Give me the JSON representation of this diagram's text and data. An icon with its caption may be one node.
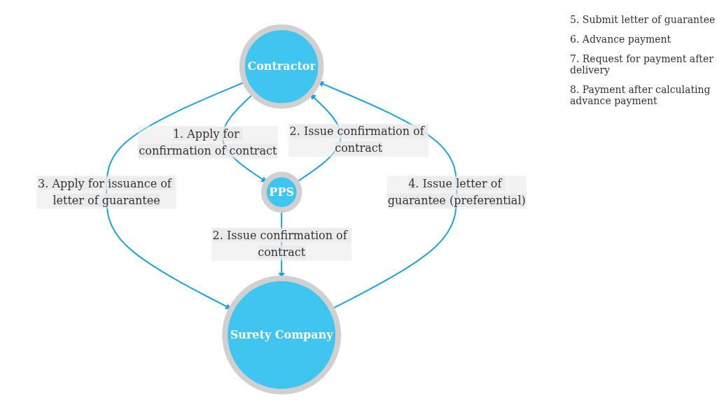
{
  "diagram": {
    "nodes": [
      {
        "text": [
          "Contractor"
        ]
      },
      {
        "text": [
          "PPS"
        ]
      },
      {
        "text": [
          "Surety Company"
        ]
      }
    ],
    "edges": [
      {
        "from": 0,
        "to": 1,
        "arrow": "to",
        "label": "1. Apply for confirmation of contract"
      },
      {
        "from": 1,
        "to": 0,
        "arrow": "to",
        "label": "2. Issue confirmation of contract"
      },
      {
        "from": 0,
        "to": 2,
        "arrow": "to",
        "label": "3. Apply for issuance of letter of guarantee"
      },
      {
        "from": 2,
        "to": 0,
        "arrow": "to",
        "label": "4. Issue letter of guarantee (preferential)"
      },
      {
        "from": 1,
        "to": 2,
        "arrow": "to",
        "label": "2. Issue confirmation of contract"
      }
    ],
    "labels": [
      "5. Submit letter of guarantee",
      "6. Advance payment",
      "7. Request for payment after delivery",
      "8. Payment after calculating advance payment"
    ]
  }
}
